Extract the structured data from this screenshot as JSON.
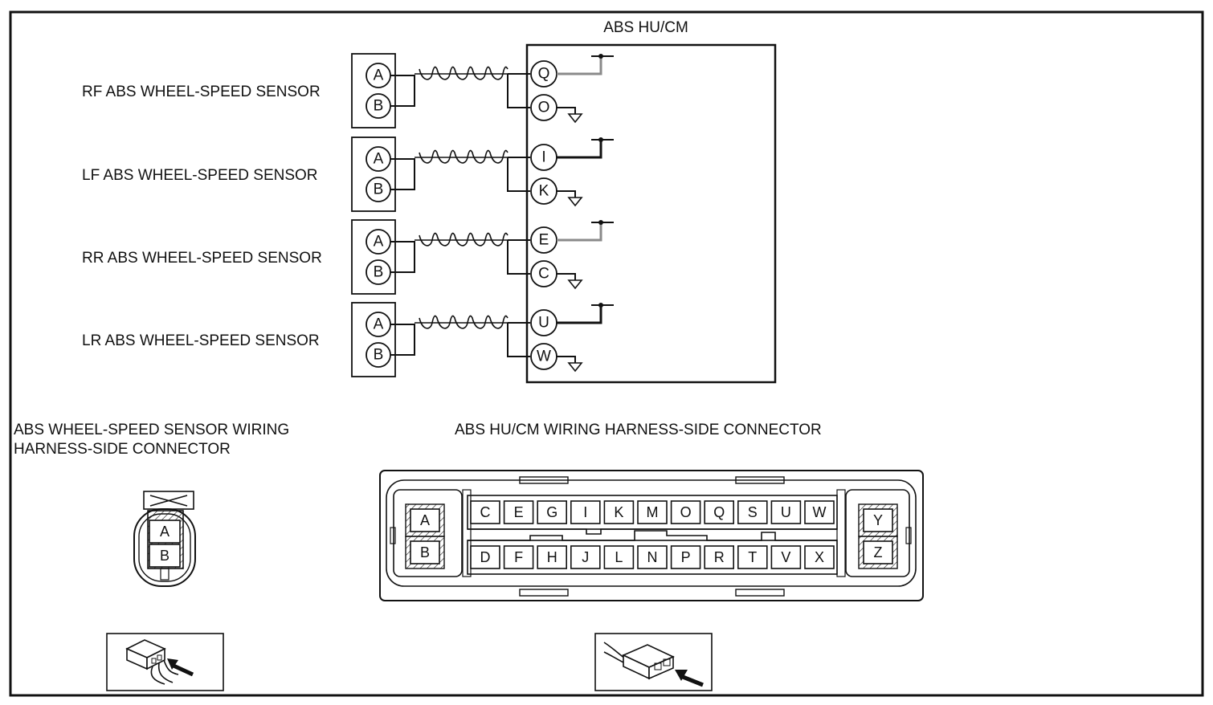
{
  "module": {
    "title": "ABS HU/CM"
  },
  "sensors": [
    {
      "label": "RF ABS WHEEL-SPEED SENSOR",
      "pins": [
        "A",
        "B"
      ],
      "hu_pins": [
        "Q",
        "O"
      ],
      "wire": "gray"
    },
    {
      "label": "LF ABS WHEEL-SPEED SENSOR",
      "pins": [
        "A",
        "B"
      ],
      "hu_pins": [
        "I",
        "K"
      ],
      "wire": "black"
    },
    {
      "label": "RR ABS WHEEL-SPEED SENSOR",
      "pins": [
        "A",
        "B"
      ],
      "hu_pins": [
        "E",
        "C"
      ],
      "wire": "gray"
    },
    {
      "label": "LR ABS WHEEL-SPEED SENSOR",
      "pins": [
        "A",
        "B"
      ],
      "hu_pins": [
        "U",
        "W"
      ],
      "wire": "black"
    }
  ],
  "sensor_connector": {
    "title_line1": "ABS WHEEL-SPEED SENSOR WIRING",
    "title_line2": "HARNESS-SIDE CONNECTOR",
    "pins": [
      "A",
      "B"
    ]
  },
  "hu_connector": {
    "title": "ABS HU/CM WIRING HARNESS-SIDE CONNECTOR",
    "left_pins": [
      "A",
      "B"
    ],
    "top_row": [
      "C",
      "E",
      "G",
      "I",
      "K",
      "M",
      "O",
      "Q",
      "S",
      "U",
      "W"
    ],
    "bottom_row": [
      "D",
      "F",
      "H",
      "J",
      "L",
      "N",
      "P",
      "R",
      "T",
      "V",
      "X"
    ],
    "right_pins": [
      "Y",
      "Z"
    ]
  },
  "icons": {
    "sensor_view": "connector-view-arrow-icon",
    "hu_view": "connector-view-arrow-icon"
  },
  "colors": {
    "line": "#111111",
    "wire_gray": "#8a8a8a"
  }
}
